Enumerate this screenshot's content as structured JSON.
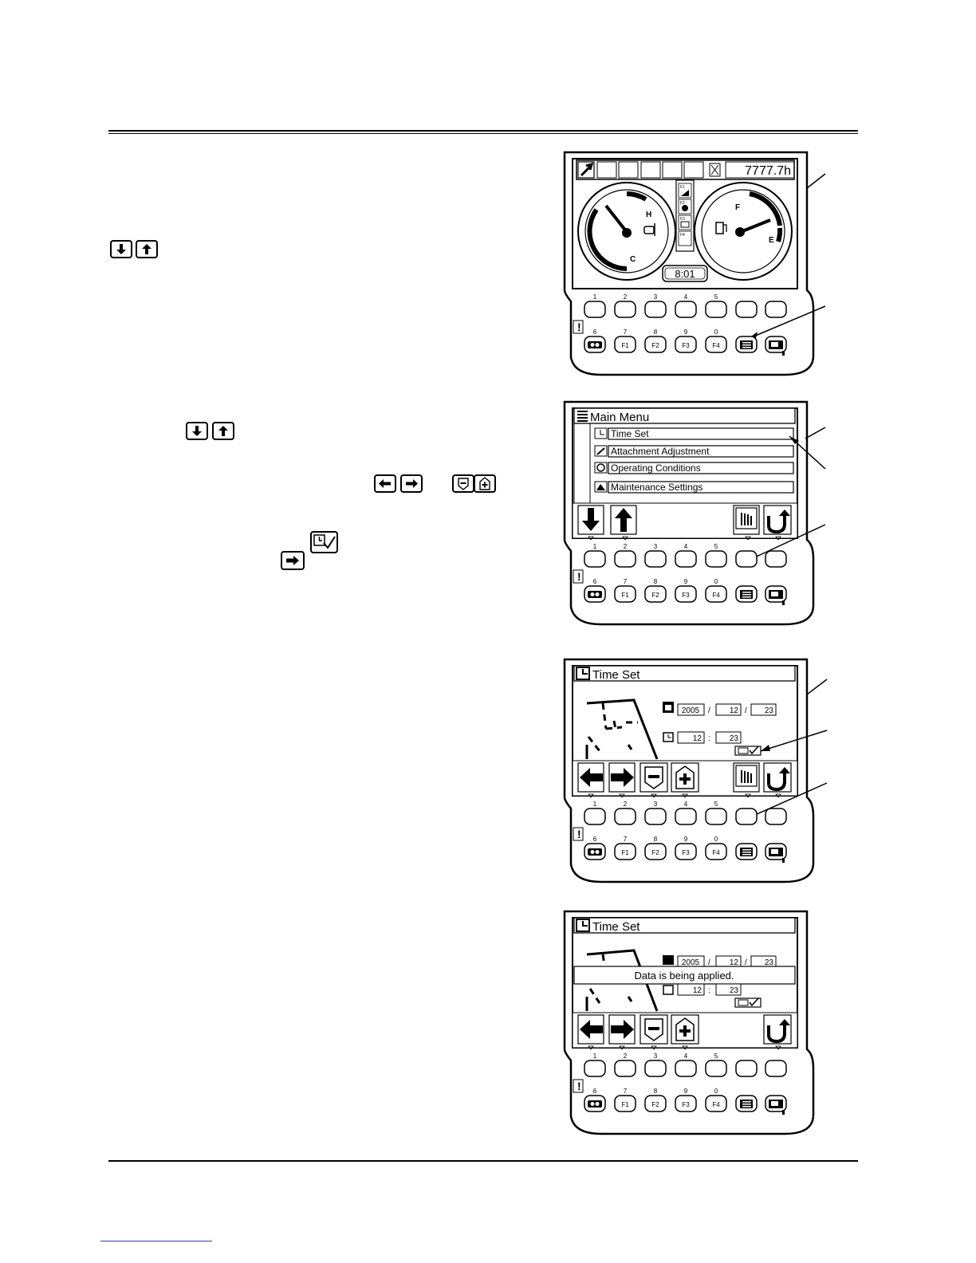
{
  "inline_keys": {
    "row1": [
      "down-arrow-key",
      "up-arrow-key"
    ],
    "row2": [
      "down-arrow-key",
      "up-arrow-key"
    ],
    "row3_lr": [
      "left-arrow-key",
      "right-arrow-key"
    ],
    "row3_pm": [
      "minus-key",
      "plus-key"
    ],
    "row4": [
      "time-check-key"
    ],
    "row5": [
      "right-arrow-key"
    ]
  },
  "keypad": {
    "top_numbers": [
      "1",
      "2",
      "3",
      "4",
      "5"
    ],
    "bottom_numbers": [
      "6",
      "7",
      "8",
      "9",
      "0"
    ],
    "bottom_labels": [
      "F1",
      "F2",
      "F3",
      "F4"
    ],
    "warn_mark": "!"
  },
  "fig1": {
    "hour_meter": "7777.7h",
    "clock": "8:01",
    "temp_hot": "H",
    "temp_cold": "C",
    "fuel_full": "F",
    "fuel_empty": "E",
    "side_labels": [
      "F1",
      "F2",
      "F3",
      "F4"
    ]
  },
  "fig2": {
    "title": "Main Menu",
    "items": [
      "Time Set",
      "Attachment Adjustment",
      "Operating Conditions",
      "Maintenance Settings"
    ]
  },
  "fig3": {
    "title": "Time Set",
    "year": "2005",
    "month": "12",
    "day": "23",
    "hour": "12",
    "minute": "23",
    "date_sep": "/",
    "time_sep": ":"
  },
  "fig4": {
    "title": "Time Set",
    "year": "2005",
    "month": "12",
    "day": "23",
    "hour": "12",
    "minute": "23",
    "date_sep": "/",
    "time_sep": ":",
    "message": "Data is being applied."
  }
}
